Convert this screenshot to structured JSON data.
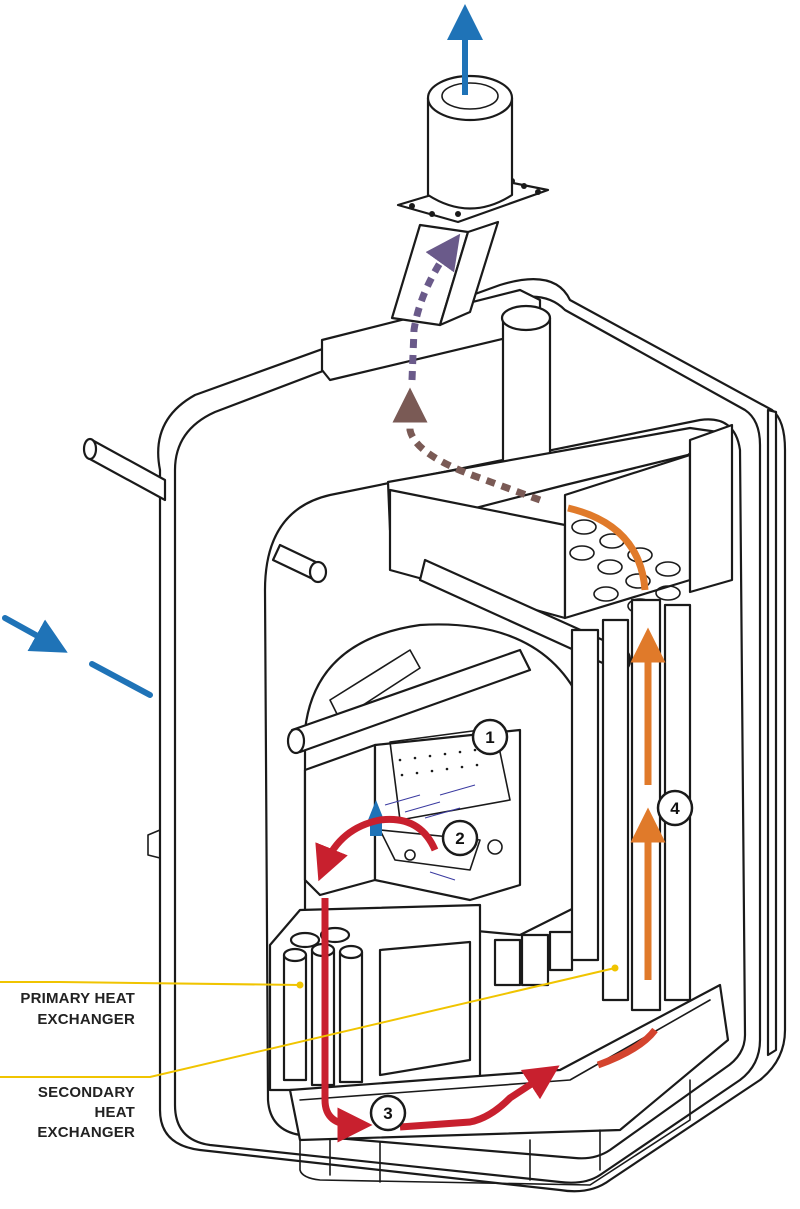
{
  "labels": {
    "primary_line1": "PRIMARY HEAT",
    "primary_line2": "EXCHANGER",
    "secondary_line1": "SECONDARY",
    "secondary_line2": "HEAT",
    "secondary_line3": "EXCHANGER"
  },
  "markers": {
    "m1": "1",
    "m2": "2",
    "m3": "3",
    "m4": "4"
  },
  "colors": {
    "air_in": "#1f73b7",
    "exhaust_out": "#1f73b7",
    "hot_gas": "#c8202e",
    "warm_gas": "#e07a2a",
    "flue_dashed_brown": "#7a5a55",
    "flue_dashed_purple": "#6a5a8a",
    "callout_line": "#f0c400",
    "outline": "#1a1a1a"
  }
}
